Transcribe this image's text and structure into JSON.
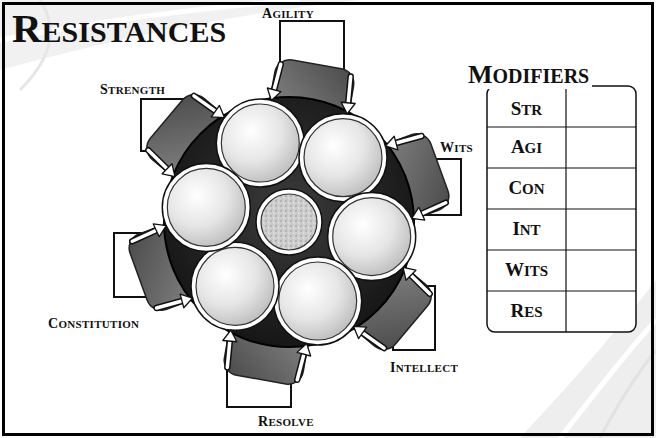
{
  "diagram": {
    "title": "RESISTANCES",
    "nodes": [
      {
        "text": [
          "AGILITY"
        ]
      },
      {
        "text": [
          "STRENGTH"
        ]
      },
      {
        "text": [
          "WITS"
        ]
      },
      {
        "text": [
          "CONSTITUTION"
        ]
      },
      {
        "text": [
          "INTELLECT"
        ]
      },
      {
        "text": [
          "RESOLVE"
        ]
      }
    ],
    "labels": [
      "MODIFIERS",
      "STR",
      "AGI",
      "CON",
      "INT",
      "WITS",
      "RES"
    ]
  }
}
